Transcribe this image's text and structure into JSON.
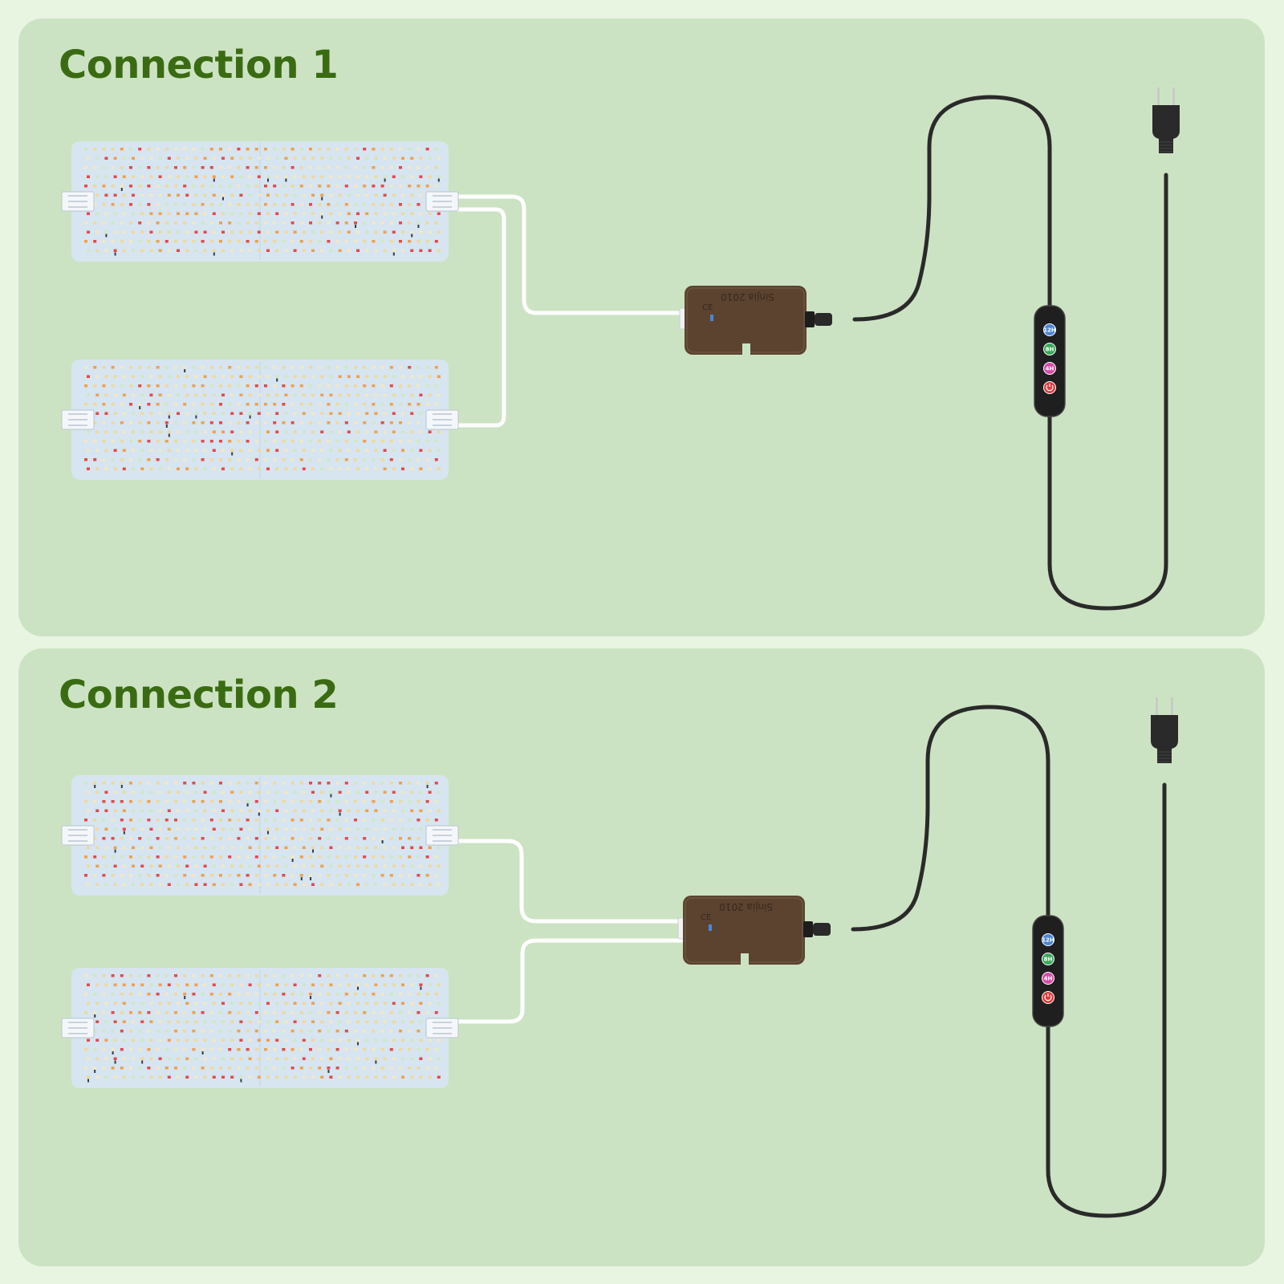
{
  "connections": [
    {
      "title": "Connection 1",
      "wiring": "series",
      "timer_buttons": [
        "12H",
        "8H",
        "4H"
      ]
    },
    {
      "title": "Connection 2",
      "wiring": "parallel",
      "timer_buttons": [
        "12H",
        "8H",
        "4H"
      ]
    }
  ],
  "driver": {
    "brand_text": "Sinjia 2010",
    "cert_text": "CE"
  },
  "colors": {
    "page_bg": "#e8f5e1",
    "panel_bg": "#cce3c3",
    "title": "#3a6b12",
    "board": "#d6e5ef",
    "led_warm": "#f0d89a",
    "led_cream": "#f5e7c4",
    "led_red": "#e24a4a",
    "led_orange": "#f0a04b",
    "led_green": "#cfe8c1",
    "cable_black": "#2a2a2a",
    "cable_white": "#ffffff",
    "driver_brown": "#5b4330",
    "button_blue": "#4a86d8",
    "button_green": "#3aa85a",
    "button_pink": "#d84aa8",
    "button_red": "#e23a3a"
  }
}
